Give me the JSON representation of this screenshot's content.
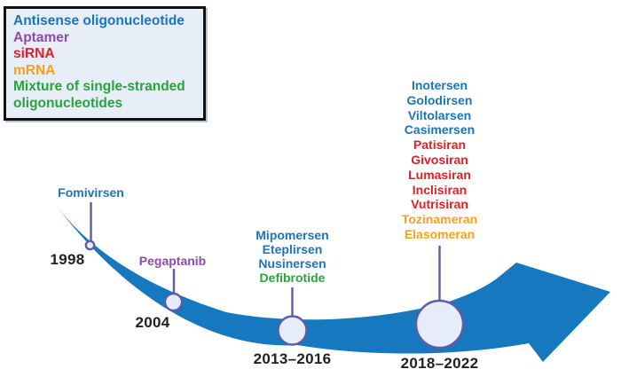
{
  "colors": {
    "antisense": "#1b75bc",
    "aptamer": "#8d4aa8",
    "sirna": "#e02027",
    "mrna": "#f7a11a",
    "mixture": "#27a53b",
    "arrow": "#1678be",
    "node_fill": "#e7ecfb",
    "node_stroke": "#5b5ea7",
    "year_text": "#231f20",
    "legend_bg": "#e7eef8",
    "legend_border": "#111111"
  },
  "legend": {
    "items": [
      {
        "label": "Antisense oligonucleotide",
        "category": "antisense"
      },
      {
        "label": "Aptamer",
        "category": "aptamer"
      },
      {
        "label": "siRNA",
        "category": "sirna"
      },
      {
        "label": "mRNA",
        "category": "mrna"
      },
      {
        "label": "Mixture of single-stranded oligonucleotides",
        "category": "mixture"
      }
    ]
  },
  "timeline": {
    "milestones": [
      {
        "year": "1998",
        "drugs": [
          {
            "name": "Fomivirsen",
            "category": "antisense"
          }
        ]
      },
      {
        "year": "2004",
        "drugs": [
          {
            "name": "Pegaptanib",
            "category": "aptamer"
          }
        ]
      },
      {
        "year": "2013–2016",
        "drugs": [
          {
            "name": "Mipomersen",
            "category": "antisense"
          },
          {
            "name": "Eteplirsen",
            "category": "antisense"
          },
          {
            "name": "Nusinersen",
            "category": "antisense"
          },
          {
            "name": "Defibrotide",
            "category": "mixture"
          }
        ]
      },
      {
        "year": "2018–2022",
        "drugs": [
          {
            "name": "Inotersen",
            "category": "antisense"
          },
          {
            "name": "Golodirsen",
            "category": "antisense"
          },
          {
            "name": "Viltolarsen",
            "category": "antisense"
          },
          {
            "name": "Casimersen",
            "category": "antisense"
          },
          {
            "name": "Patisiran",
            "category": "sirna"
          },
          {
            "name": "Givosiran",
            "category": "sirna"
          },
          {
            "name": "Lumasiran",
            "category": "sirna"
          },
          {
            "name": "Inclisiran",
            "category": "sirna"
          },
          {
            "name": "Vutrisiran",
            "category": "sirna"
          },
          {
            "name": "Tozinameran",
            "category": "mrna"
          },
          {
            "name": "Elasomeran",
            "category": "mrna"
          }
        ]
      }
    ]
  }
}
